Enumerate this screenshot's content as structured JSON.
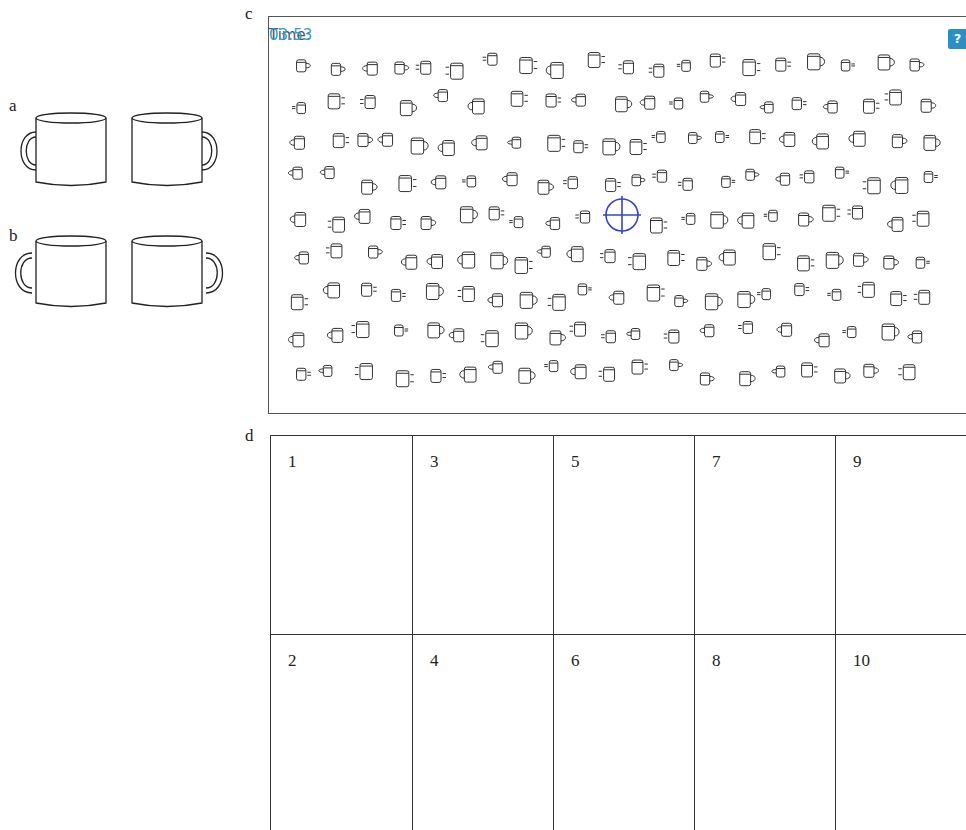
{
  "diagram": {
    "nodes": [
      {
        "text": [
          "Time:",
          "03:53"
        ]
      },
      {
        "text": [
          "?"
        ],
        "in": 0
      },
      {
        "text": [
          "1"
        ]
      },
      {
        "text": [
          "3"
        ]
      },
      {
        "text": [
          "5"
        ]
      },
      {
        "text": [
          "7"
        ]
      },
      {
        "text": [
          "9"
        ]
      },
      {
        "text": [
          "2"
        ]
      },
      {
        "text": [
          "4"
        ]
      },
      {
        "text": [
          "6"
        ]
      },
      {
        "text": [
          "8"
        ]
      },
      {
        "text": [
          "10"
        ]
      }
    ],
    "labels": [
      "a",
      "b",
      "c",
      "d"
    ]
  }
}
